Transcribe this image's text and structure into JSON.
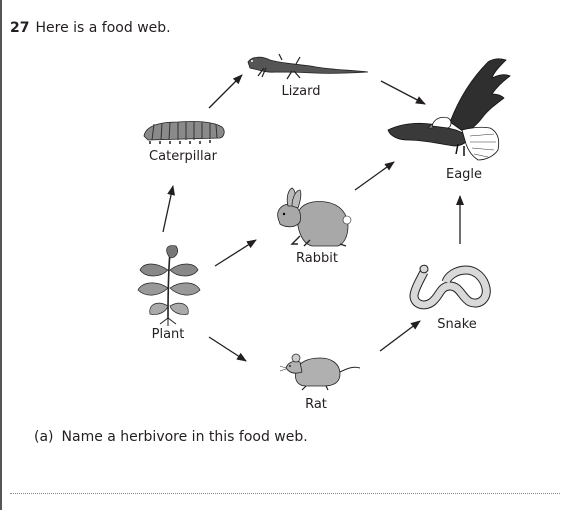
{
  "question": {
    "number": "27",
    "text": "Here is a food web."
  },
  "organisms": {
    "lizard": "Lizard",
    "eagle": "Eagle",
    "caterpillar": "Caterpillar",
    "rabbit": "Rabbit",
    "plant": "Plant",
    "snake": "Snake",
    "rat": "Rat"
  },
  "food_web_links": [
    {
      "from": "Plant",
      "to": "Caterpillar"
    },
    {
      "from": "Caterpillar",
      "to": "Lizard"
    },
    {
      "from": "Lizard",
      "to": "Eagle"
    },
    {
      "from": "Plant",
      "to": "Rabbit"
    },
    {
      "from": "Rabbit",
      "to": "Eagle"
    },
    {
      "from": "Plant",
      "to": "Rat"
    },
    {
      "from": "Rat",
      "to": "Snake"
    },
    {
      "from": "Snake",
      "to": "Eagle"
    }
  ],
  "part_a": {
    "label": "(a)",
    "text": "Name a herbivore in this food web."
  }
}
